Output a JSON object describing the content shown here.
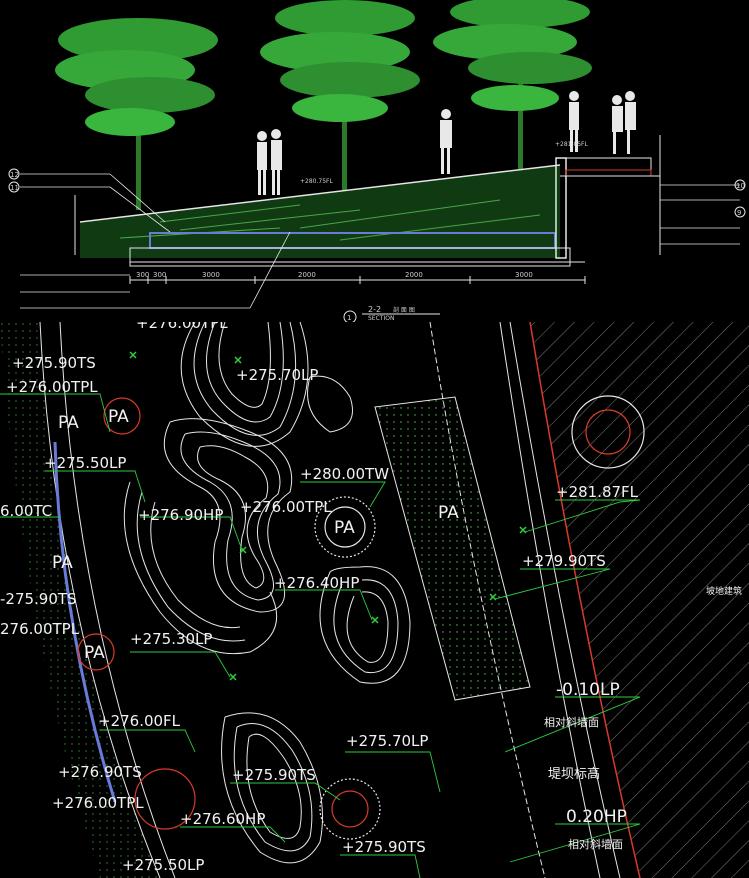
{
  "section": {
    "title": "2-2",
    "title_cn": "剖  面  图",
    "subtitle": "SECTION",
    "number": "1",
    "elev_left": "+280.75FL",
    "elev_right": "+281.85FL",
    "leader_tags": [
      "12",
      "11",
      "10",
      "9"
    ],
    "dims": [
      "300",
      "300",
      "3000",
      "2000",
      "2000",
      "3000"
    ]
  },
  "plan": {
    "labels": [
      "+275.90TS",
      "+276.00TPL",
      "PA",
      "PA",
      "+275.50LP",
      "+276.90HP",
      "+276.00TPL",
      "+280.00TW",
      "PA",
      "+275.70LP",
      "+276.40HP",
      "+275.30LP",
      "PA",
      "+276.00FL",
      "+275.70LP",
      "+276.90TS",
      "+275.90TS",
      "+276.00TPL",
      "+276.60HP",
      "+275.90TS",
      "+275.50LP",
      "+281.87FL",
      "+279.90TS",
      "PA",
      "-0.10LP",
      "0.20HP",
      "6.00TC",
      "PA",
      "-275.90TS",
      "276.00TPL",
      "+276.00TPL"
    ],
    "cn_labels": [
      "相对斜墙面",
      "堤坝标高",
      "相对斜墙面",
      "坡地建筑"
    ]
  },
  "colors": {
    "background": "#000000",
    "tree": "#3aa83a",
    "contour": "#e6e6e6",
    "green_line": "#2ecc40",
    "red": "#d83a2a",
    "label": "#f2f2f2"
  }
}
